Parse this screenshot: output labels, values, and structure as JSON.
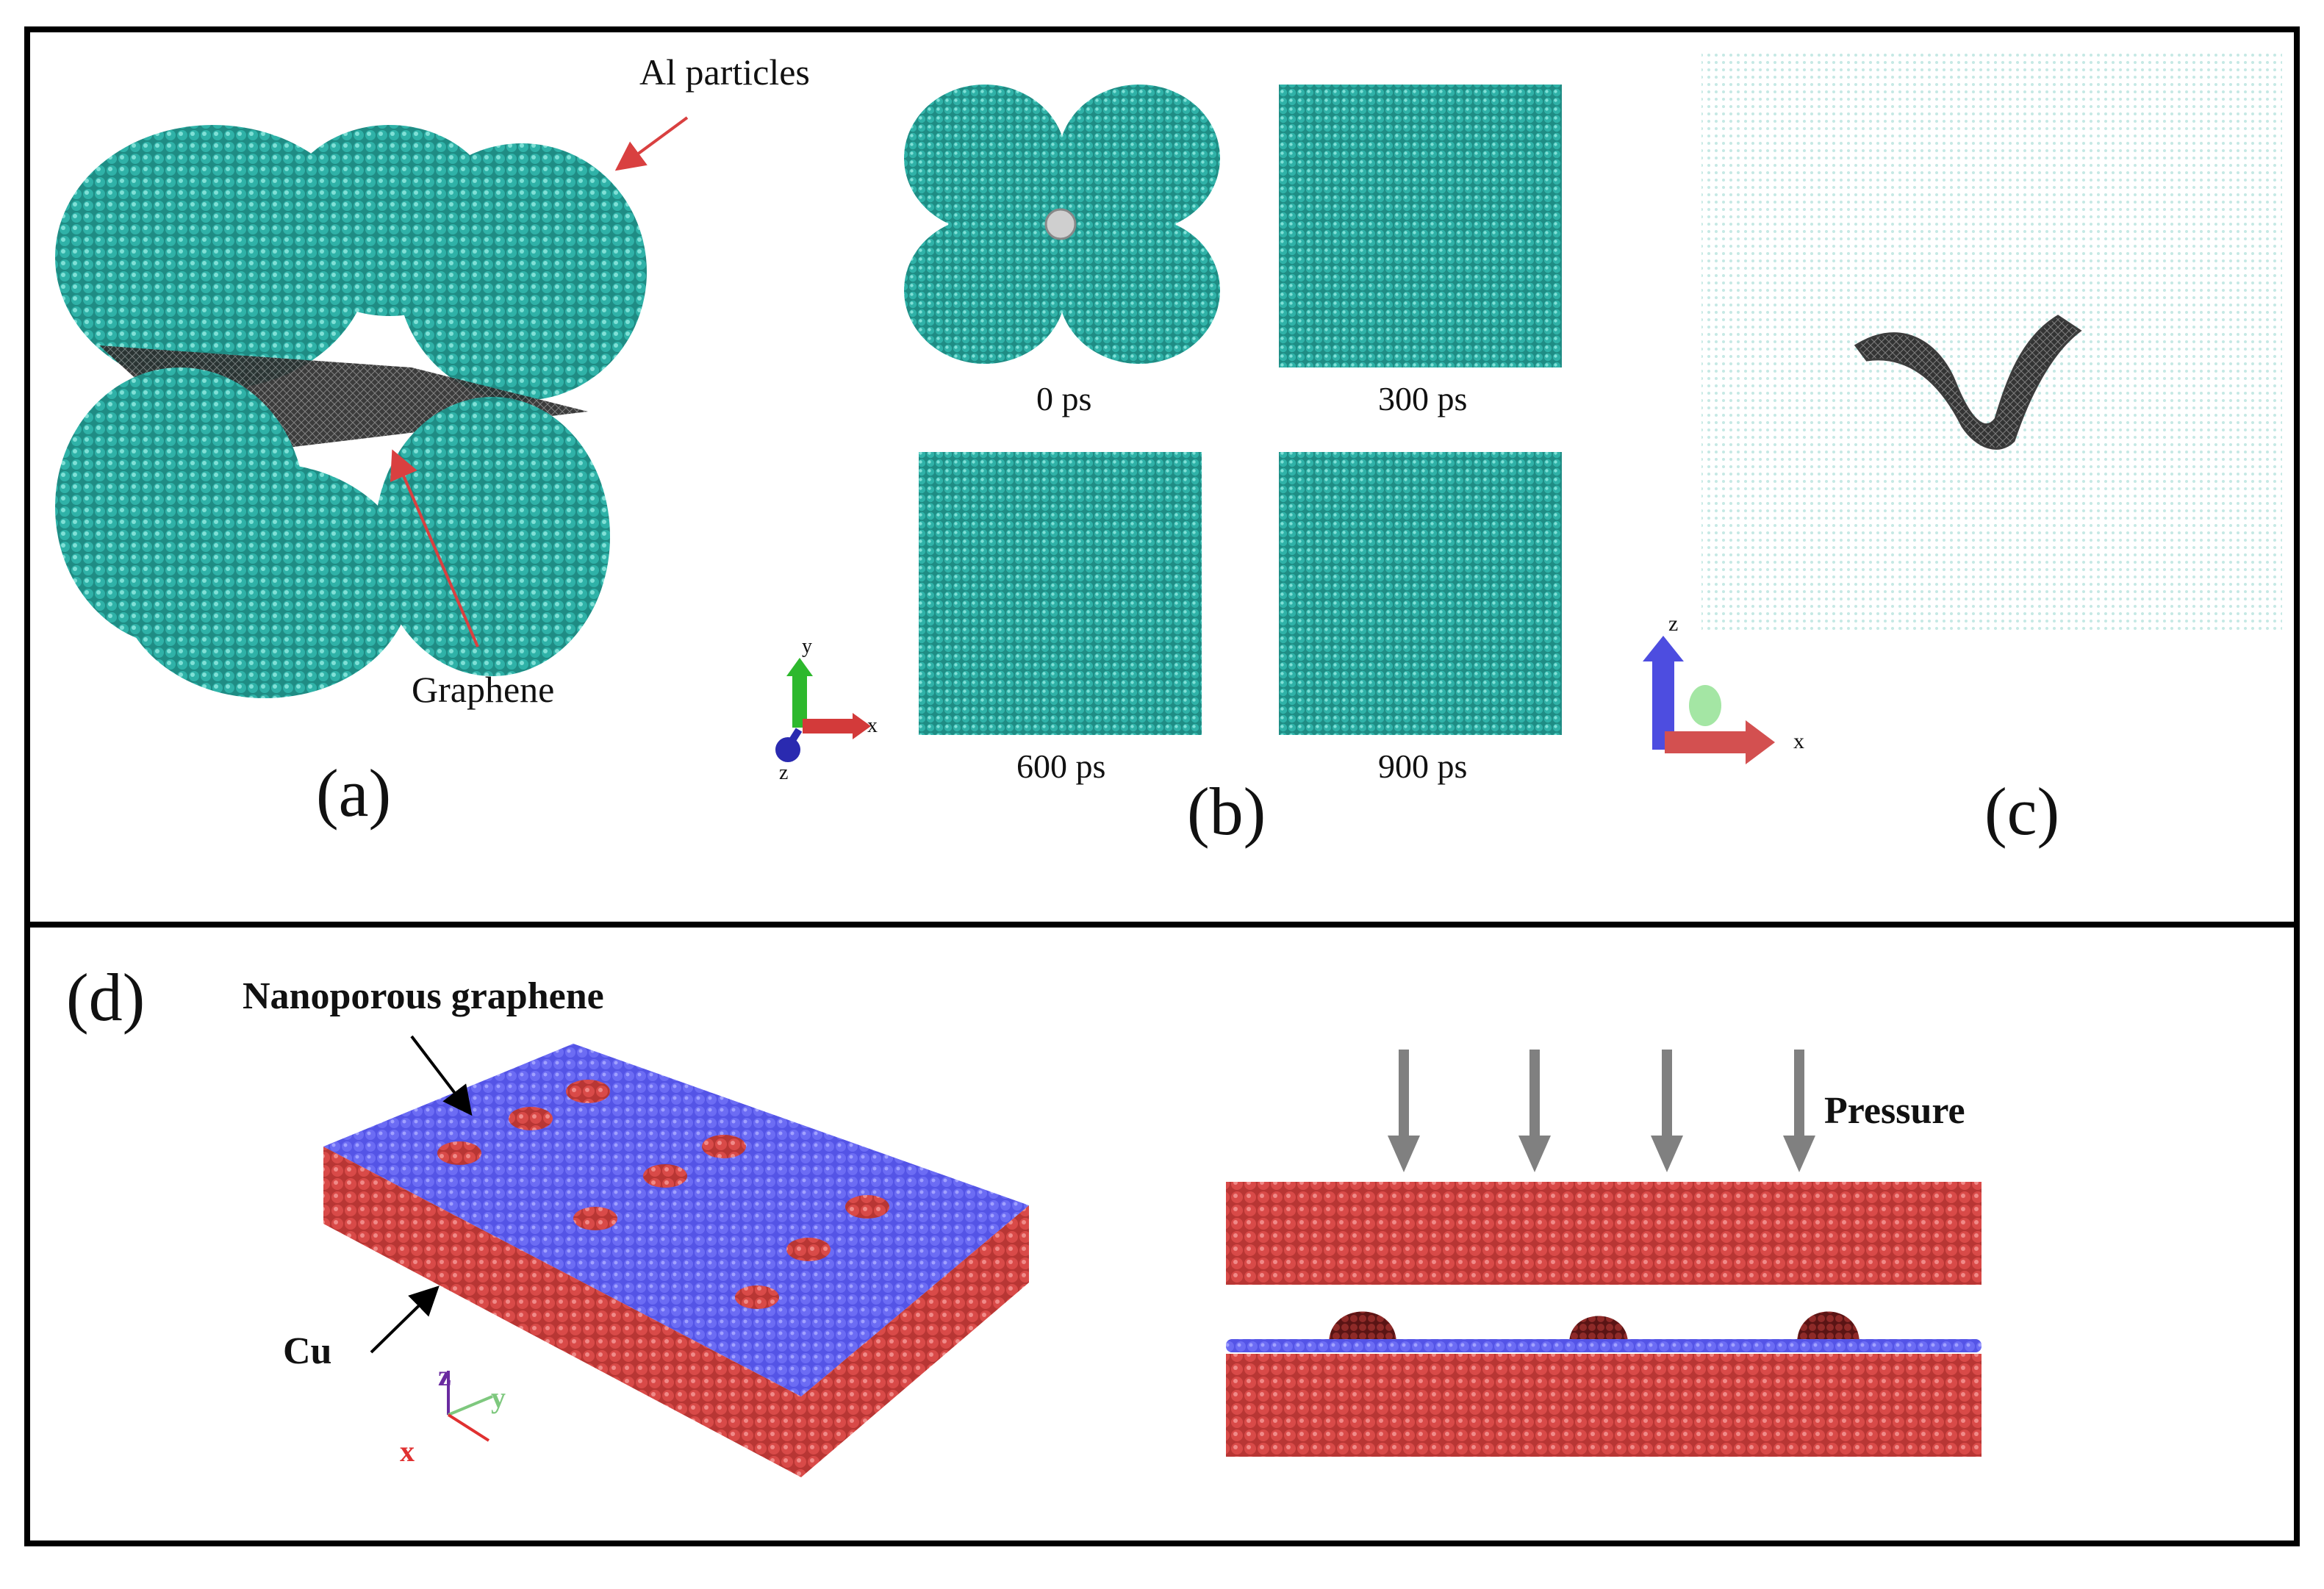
{
  "colors": {
    "al_atom": "#2fb2a8",
    "al_highlight": "#7fe0d6",
    "graphene": "#3b3b3b",
    "cu_atom": "#d94a48",
    "graphene_blue": "#6060f0",
    "axis_x": "#d33a3a",
    "axis_y": "#2db82d",
    "axis_z": "#3d3dd0",
    "arrow_pointer": "#d94040",
    "pressure_arrow": "#808080",
    "frame": "#000000"
  },
  "panel_a": {
    "label": "(a)",
    "annotation_al": "Al particles",
    "annotation_graphene": "Graphene"
  },
  "panel_b": {
    "label": "(b)",
    "snapshots": [
      {
        "time": "0 ps"
      },
      {
        "time": "300 ps"
      },
      {
        "time": "600 ps"
      },
      {
        "time": "900 ps"
      }
    ],
    "axes": {
      "x": "x",
      "y": "y",
      "z": "z"
    }
  },
  "panel_c": {
    "label": "(c)",
    "axes": {
      "x": "x",
      "z": "z"
    }
  },
  "panel_d": {
    "label": "(d)",
    "annotation_graphene": "Nanoporous graphene",
    "annotation_cu": "Cu",
    "annotation_pressure": "Pressure",
    "axes": {
      "x": "x",
      "y": "y",
      "z": "z"
    }
  }
}
